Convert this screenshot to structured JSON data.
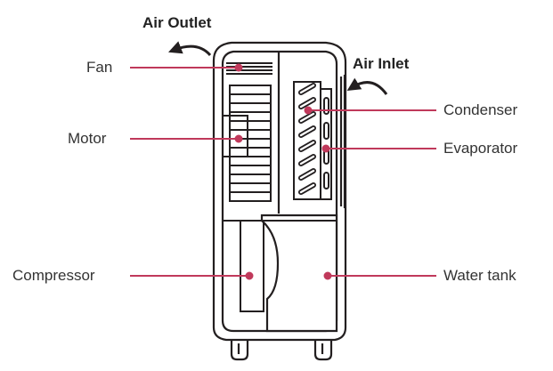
{
  "diagram": {
    "labels": {
      "air_outlet": "Air Outlet",
      "air_inlet": "Air Inlet",
      "fan": "Fan",
      "motor": "Motor",
      "compressor": "Compressor",
      "condenser": "Condenser",
      "evaporator": "Evaporator",
      "water_tank": "Water tank"
    },
    "colors": {
      "outline": "#231f20",
      "leader": "#c0395b",
      "label_text": "#333333",
      "background": "#ffffff"
    }
  }
}
